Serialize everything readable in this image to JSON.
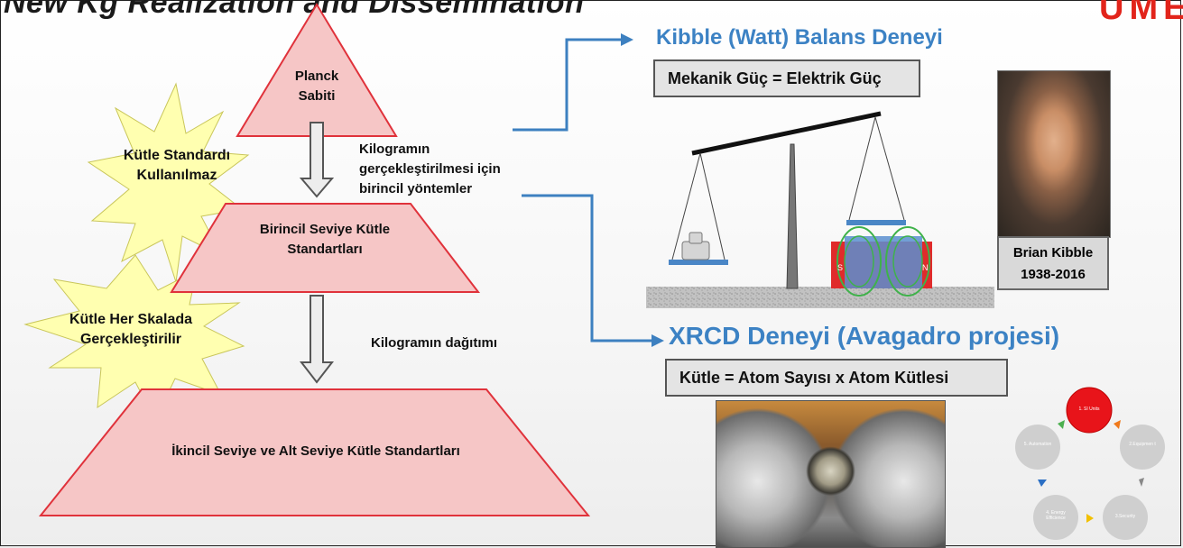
{
  "slide": {
    "title": "New Kg Realization and Dissemination",
    "logo": "UME"
  },
  "pyramid": {
    "top_label": "Planck Sabiti",
    "middle_label": "Birincil Seviye Kütle Standartları",
    "bottom_label": "İkincil Seviye ve Alt Seviye Kütle Standartları",
    "primary_methods_text": "Kilogramın gerçekleştirilmesi için birincil yöntemler",
    "dissemination_text": "Kilogramın dağıtımı"
  },
  "starbursts": {
    "star1": "Kütle Standardı Kullanılmaz",
    "star2": "Kütle Her Skalada Gerçekleştirilir"
  },
  "kibble": {
    "title": "Kibble (Watt) Balans Deneyi",
    "equation": "Mekanik Güç = Elektrik Güç",
    "magnet_left": "S",
    "magnet_right": "N",
    "person_name": "Brian Kibble",
    "person_years": "1938-2016"
  },
  "xrcd": {
    "title": "XRCD Deneyi (Avagadro projesi)",
    "equation": "Kütle = Atom Sayısı x Atom Kütlesi"
  },
  "cycle": {
    "items": [
      "1. SI Units",
      "2.Equipmen t",
      "3.Security",
      "4. Energy Efficience",
      "5. Automation"
    ],
    "active_color": "#e8141a",
    "inactive_color": "#cfcfcf"
  },
  "colors": {
    "pink_fill": "#f6c6c6",
    "pink_border": "#e0323b",
    "blue_arrow": "#3d80c0",
    "star_fill": "#ffffb0"
  }
}
